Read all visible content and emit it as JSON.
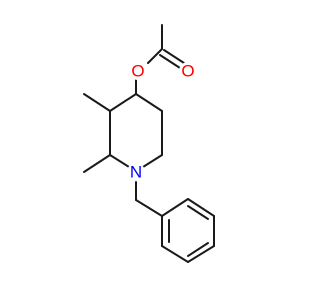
{
  "molecule": {
    "atoms": [
      {
        "id": "O1",
        "symbol": "O",
        "color": "#ff0000"
      },
      {
        "id": "O2",
        "symbol": "O",
        "color": "#ff0000"
      },
      {
        "id": "N1",
        "symbol": "N",
        "color": "#0000ff"
      }
    ],
    "bond_color": "#1a1a1a"
  }
}
